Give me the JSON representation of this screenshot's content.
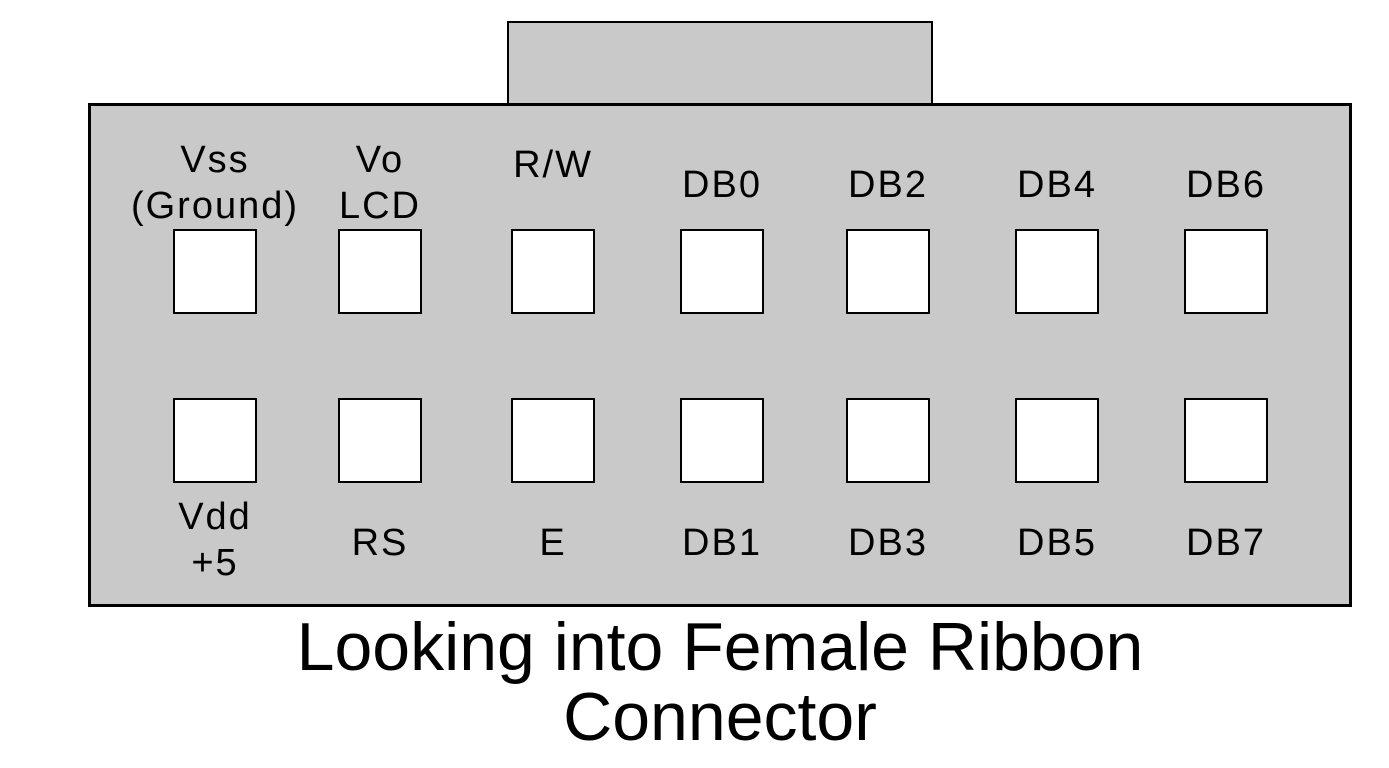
{
  "colors": {
    "page_bg": "#ffffff",
    "shell_fill": "#c9c9c9",
    "pin_fill": "#ffffff",
    "outline": "#000000",
    "ink": "#000000"
  },
  "connector": {
    "caption": "Looking into Female Ribbon\nConnector",
    "top_pins": [
      {
        "label": "Vss\n(Ground)"
      },
      {
        "label": "Vo\nLCD"
      },
      {
        "label": "R/W"
      },
      {
        "label": "DB0"
      },
      {
        "label": "DB2"
      },
      {
        "label": "DB4"
      },
      {
        "label": "DB6"
      }
    ],
    "bottom_pins": [
      {
        "label": "Vdd\n+5"
      },
      {
        "label": "RS"
      },
      {
        "label": "E"
      },
      {
        "label": "DB1"
      },
      {
        "label": "DB3"
      },
      {
        "label": "DB5"
      },
      {
        "label": "DB7"
      }
    ]
  }
}
